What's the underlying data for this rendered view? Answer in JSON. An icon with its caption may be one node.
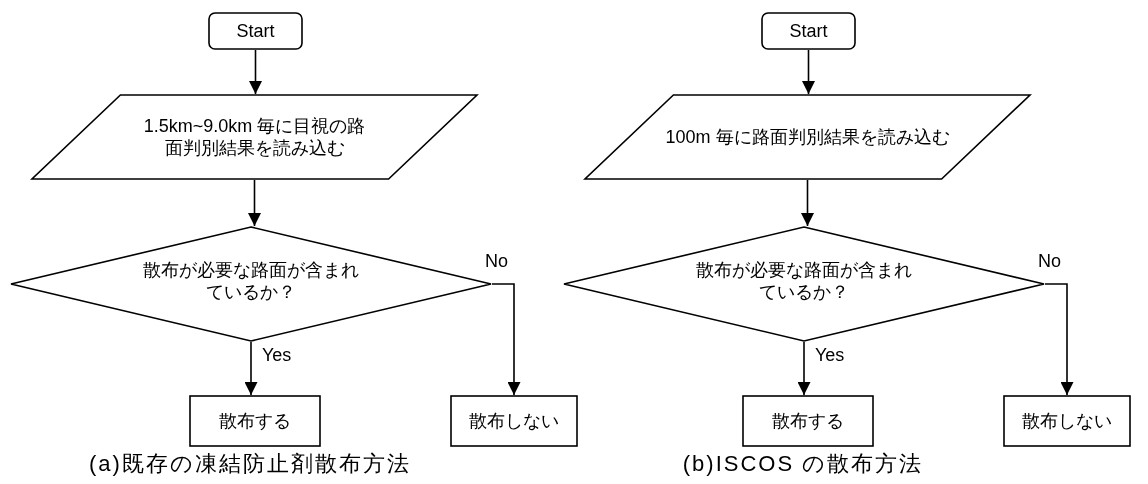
{
  "diagram": {
    "nodes": [
      {
        "text": [
          "Start"
        ]
      },
      {
        "text": [
          "1.5km~9.0km 毎に目視の路面判別結果を読み込む"
        ]
      },
      {
        "text": [
          "散布が必要な路面が含まれているか？"
        ]
      },
      {
        "text": [
          "散布する"
        ]
      },
      {
        "text": [
          "散布しない"
        ]
      },
      {
        "text": [
          "Start"
        ]
      },
      {
        "text": [
          "100m 毎に路面判別結果を読み込む"
        ]
      },
      {
        "text": [
          "散布が必要な路面が含まれているか？"
        ]
      },
      {
        "text": [
          "散布する"
        ]
      },
      {
        "text": [
          "散布しない"
        ]
      }
    ],
    "edges": [
      {
        "from": 0,
        "to": 1,
        "arrow": "to"
      },
      {
        "from": 1,
        "to": 2,
        "arrow": "to"
      },
      {
        "from": 2,
        "to": 3,
        "arrow": "to",
        "label": "Yes"
      },
      {
        "from": 2,
        "to": 4,
        "arrow": "to",
        "label": "No"
      },
      {
        "from": 5,
        "to": 6,
        "arrow": "to"
      },
      {
        "from": 6,
        "to": 7,
        "arrow": "to"
      },
      {
        "from": 7,
        "to": 8,
        "arrow": "to",
        "label": "Yes"
      },
      {
        "from": 7,
        "to": 9,
        "arrow": "to",
        "label": "No"
      }
    ],
    "labels": [
      "(a)既存の凍結防止剤散布方法",
      "(b)ISCOS の散布方法"
    ]
  }
}
